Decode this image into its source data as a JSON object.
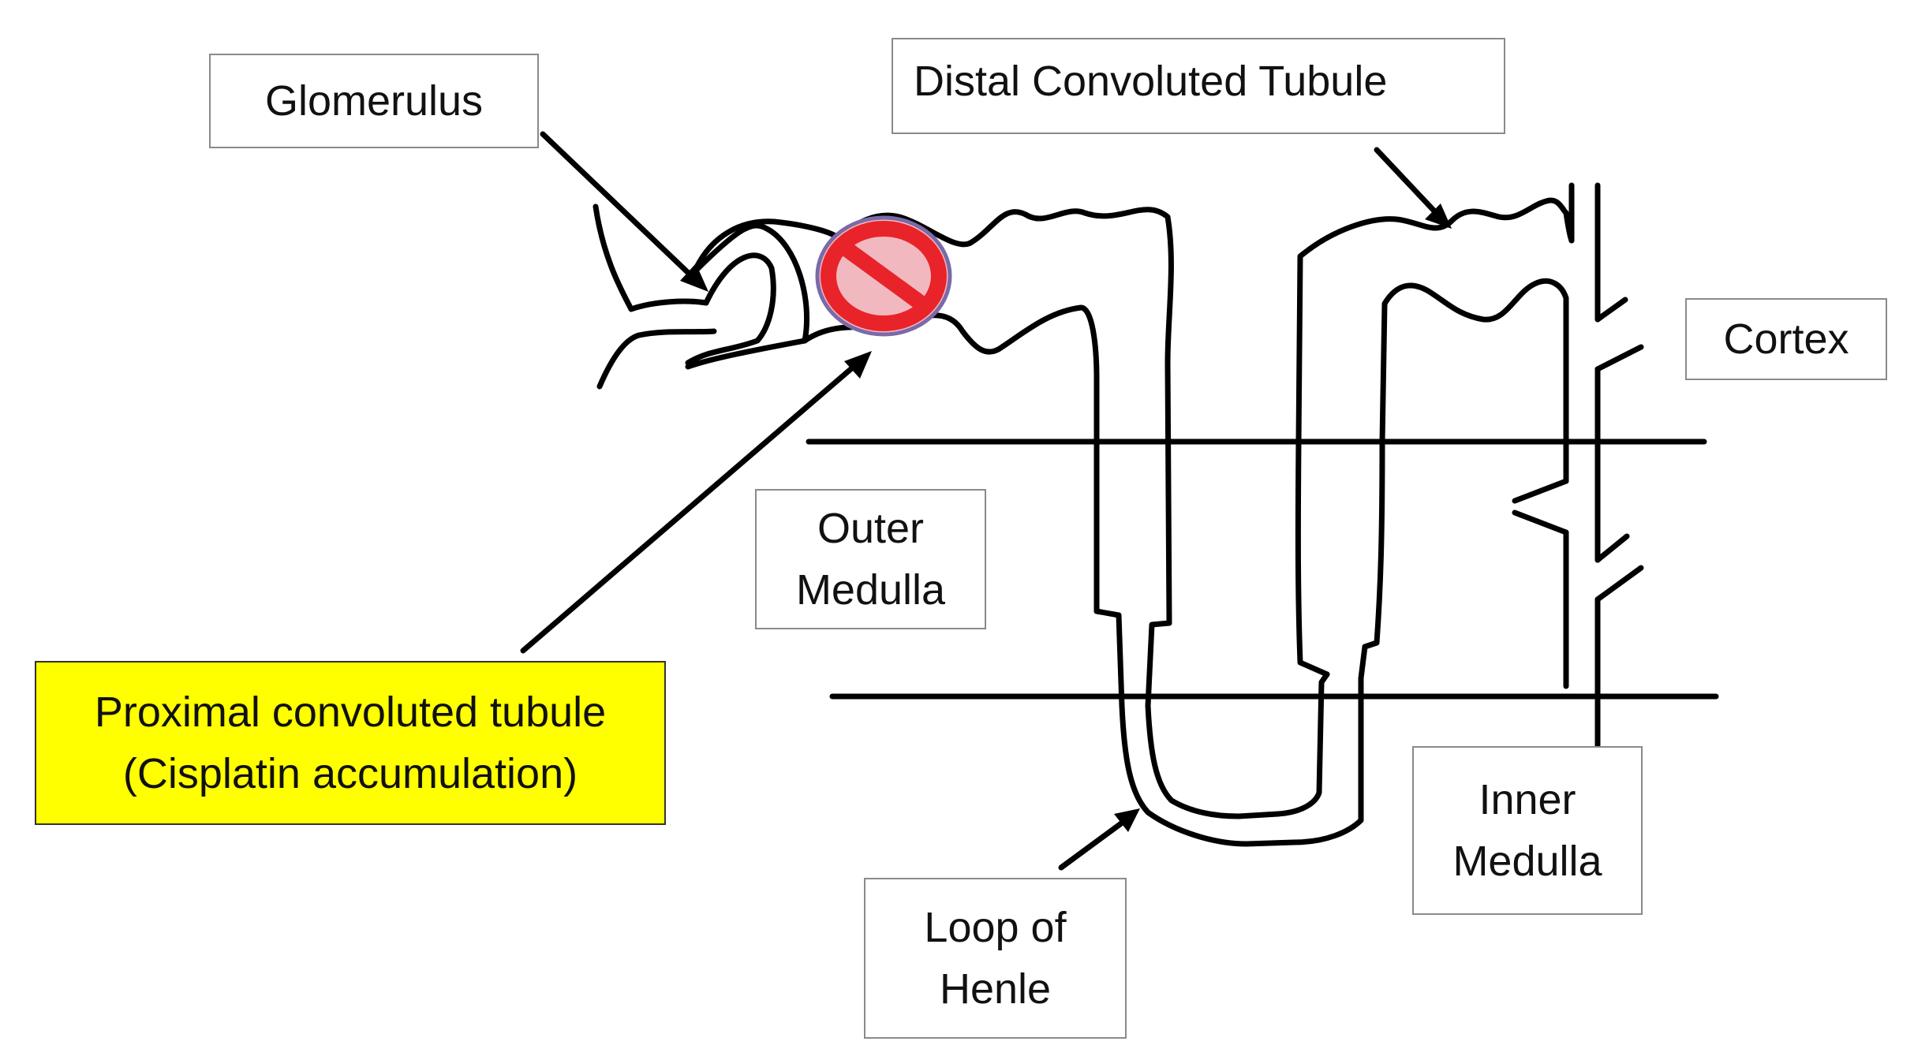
{
  "labels": {
    "glomerulus": {
      "lines": [
        "Glomerulus"
      ]
    },
    "distal_convoluted_tubule": {
      "lines": [
        "Distal Convoluted Tubule"
      ]
    },
    "cortex": {
      "lines": [
        "Cortex"
      ]
    },
    "outer_medulla": {
      "lines": [
        "Outer",
        "Medulla"
      ]
    },
    "proximal_convoluted_tubule": {
      "lines": [
        "Proximal convoluted tubule",
        "(Cisplatin accumulation)"
      ]
    },
    "inner_medulla": {
      "lines": [
        "Inner",
        "Medulla"
      ]
    },
    "loop_of_henle": {
      "lines": [
        "Loop of",
        "Henle"
      ]
    }
  },
  "icons": {
    "prohibition": "no-entry-sign"
  },
  "colors": {
    "line": "#000000",
    "box_border": "#8a8a8a",
    "highlight_fill": "#ffff00",
    "prohibition_red": "#e8232a",
    "prohibition_fill": "#f2b8bf",
    "prohibition_rim": "#7a6aa8"
  }
}
